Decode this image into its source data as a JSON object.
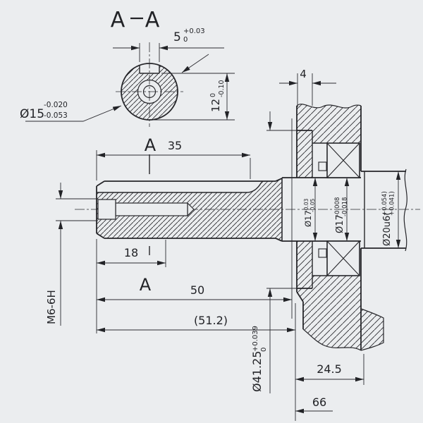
{
  "drawing": {
    "title": {
      "left": "A",
      "separator": "—",
      "right": "A"
    },
    "section_label": "A",
    "colors": {
      "background": "#ebedef",
      "line": "#26262a"
    },
    "dimensions": {
      "keyway_width": {
        "value": "5",
        "tol_upper": "+0.03",
        "tol_lower": "0"
      },
      "keyway_depth": {
        "value": "12",
        "tol_upper": "0",
        "tol_lower": "-0.10"
      },
      "shaft_diameter": {
        "value": "Ø15",
        "tol_upper": "-0.020",
        "tol_lower": "-0.053"
      },
      "keyway_length": {
        "value": "35"
      },
      "thread_spec": {
        "value": "M6-6H"
      },
      "thread_depth": {
        "value": "18"
      },
      "shaft_length": {
        "value": "50"
      },
      "shaft_length_ref": {
        "value": "(51.2)"
      },
      "pilot_diameter": {
        "value": "Ø41.25",
        "tol_upper": "+0.039",
        "tol_lower": "0"
      },
      "cover_lip_width": {
        "value": "4"
      },
      "cover_bore_diameter": {
        "value": "Ø17",
        "tol_upper": "-0.03",
        "tol_lower": "-0.05"
      },
      "bearing_seat_diameter": {
        "value": "Ø17",
        "tol_upper": "-0.008",
        "tol_lower": "-0.018"
      },
      "output_diameter": {
        "value": "Ø20u6(",
        "tol_upper": "+0.054)",
        "tol_lower": "+0.041)"
      },
      "bearing_position": {
        "value": "24.5"
      },
      "overall_length": {
        "value": "66"
      }
    }
  }
}
